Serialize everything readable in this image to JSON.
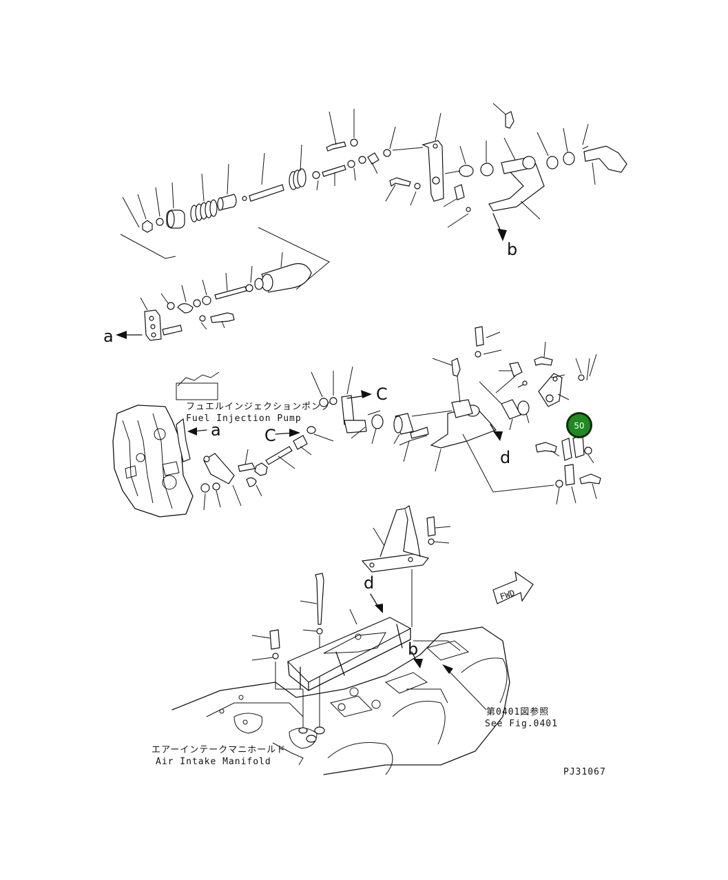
{
  "callouts": {
    "fuel_pump_jp": "フュエルインジェクションポンプ",
    "fuel_pump_en": "Fuel Injection Pump",
    "see_fig_jp": "第0401図参照",
    "see_fig_en": "See Fig.0401",
    "manifold_jp": "エアーインテークマニホールド",
    "manifold_en": "Air Intake Manifold",
    "fwd": "FWD",
    "drawing_no": "PJ31067"
  },
  "reference_letters": {
    "a1": "a",
    "a2": "a",
    "b1": "b",
    "b2": "b",
    "c1": "C",
    "c2": "C",
    "d1": "d",
    "d2": "d"
  },
  "highlight": {
    "part_number": "50",
    "color": "#1f8a1f",
    "ring_color": "#0a2a0a"
  }
}
